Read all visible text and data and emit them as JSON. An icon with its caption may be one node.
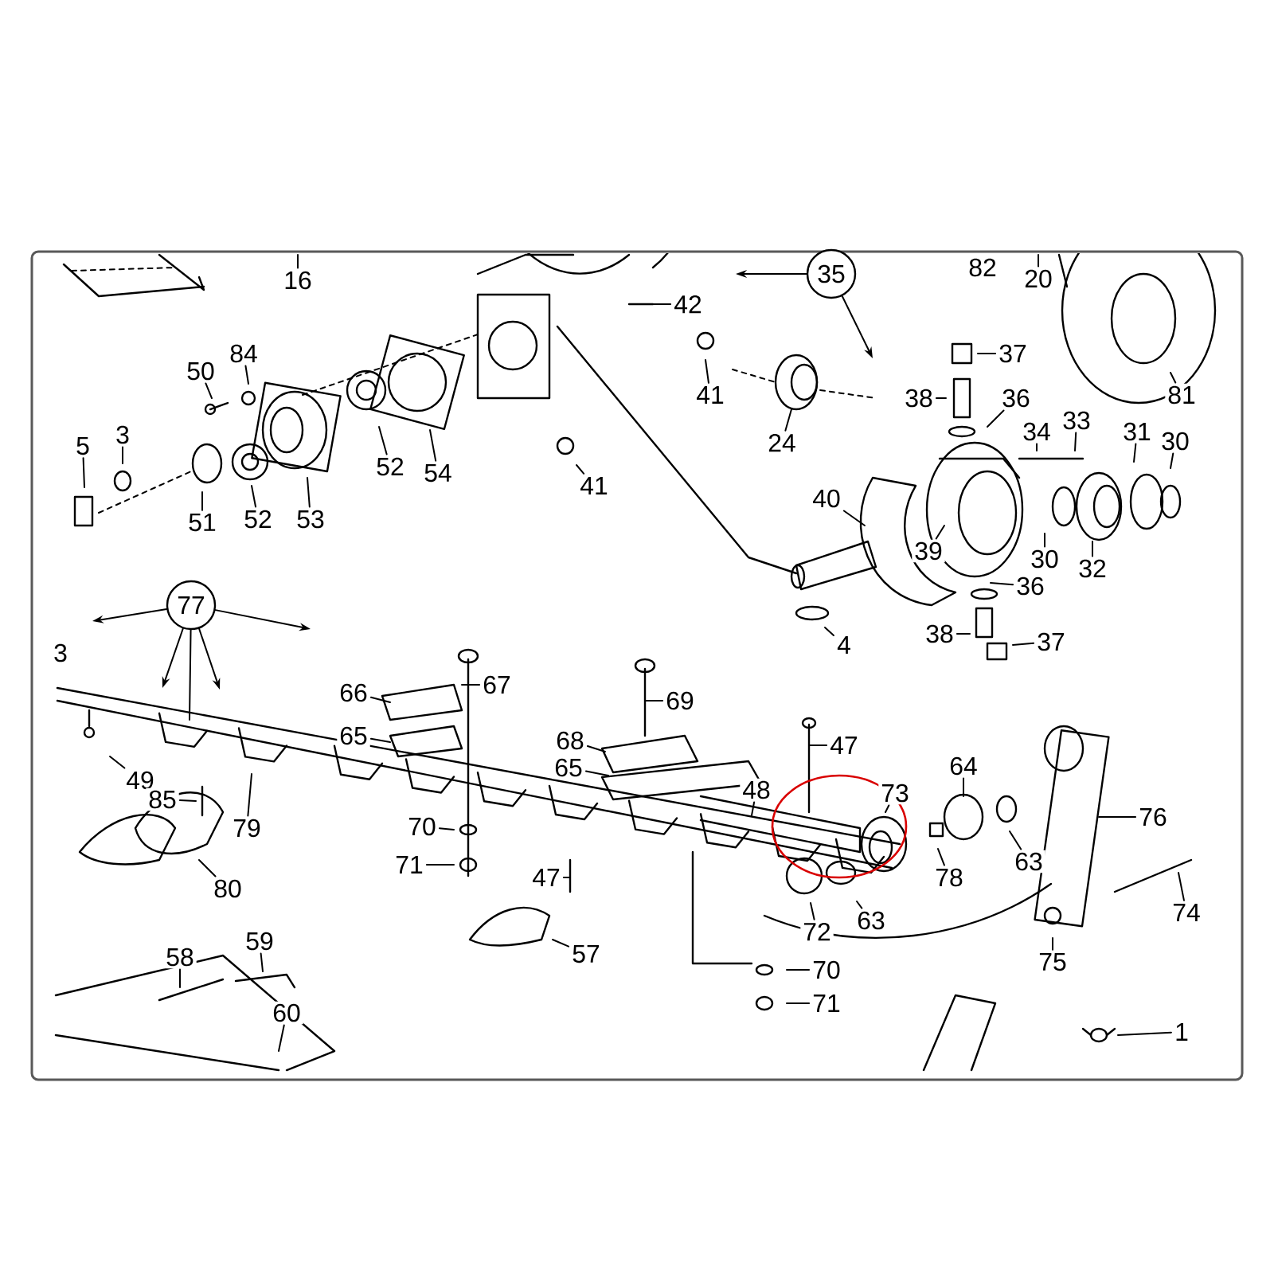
{
  "diagram": {
    "nodes": [
      {
        "text": [
          "16"
        ]
      },
      {
        "text": [
          "20"
        ]
      },
      {
        "text": [
          "35"
        ]
      },
      {
        "text": [
          "42"
        ]
      },
      {
        "text": [
          "84"
        ]
      },
      {
        "text": [
          "37"
        ]
      },
      {
        "text": [
          "50"
        ]
      },
      {
        "text": [
          "41"
        ]
      },
      {
        "text": [
          "81"
        ]
      },
      {
        "text": [
          "38"
        ]
      },
      {
        "text": [
          "36"
        ]
      },
      {
        "text": [
          "34"
        ]
      },
      {
        "text": [
          "33"
        ]
      },
      {
        "text": [
          "31"
        ]
      },
      {
        "text": [
          "3"
        ]
      },
      {
        "text": [
          "5"
        ]
      },
      {
        "text": [
          "24"
        ]
      },
      {
        "text": [
          "30"
        ]
      },
      {
        "text": [
          "52"
        ]
      },
      {
        "text": [
          "54"
        ]
      },
      {
        "text": [
          "41"
        ]
      },
      {
        "text": [
          "40"
        ]
      },
      {
        "text": [
          "53"
        ]
      },
      {
        "text": [
          "51"
        ]
      },
      {
        "text": [
          "52"
        ]
      },
      {
        "text": [
          "39"
        ]
      },
      {
        "text": [
          "30"
        ]
      },
      {
        "text": [
          "32"
        ]
      },
      {
        "text": [
          "36"
        ]
      },
      {
        "text": [
          "77"
        ]
      },
      {
        "text": [
          "38"
        ]
      },
      {
        "text": [
          "4"
        ]
      },
      {
        "text": [
          "37"
        ]
      },
      {
        "text": [
          "67"
        ]
      },
      {
        "text": [
          "66"
        ]
      },
      {
        "text": [
          "69"
        ]
      },
      {
        "text": [
          "65"
        ]
      },
      {
        "text": [
          "68"
        ]
      },
      {
        "text": [
          "47"
        ]
      },
      {
        "text": [
          "65"
        ]
      },
      {
        "text": [
          "49"
        ]
      },
      {
        "text": [
          "85"
        ]
      },
      {
        "text": [
          "64"
        ]
      },
      {
        "text": [
          "48"
        ]
      },
      {
        "text": [
          "73"
        ]
      },
      {
        "text": [
          "76"
        ]
      },
      {
        "text": [
          "79"
        ]
      },
      {
        "text": [
          "70"
        ]
      },
      {
        "text": [
          "71"
        ]
      },
      {
        "text": [
          "63"
        ]
      },
      {
        "text": [
          "78"
        ]
      },
      {
        "text": [
          "47"
        ]
      },
      {
        "text": [
          "80"
        ]
      },
      {
        "text": [
          "63"
        ]
      },
      {
        "text": [
          "72"
        ]
      },
      {
        "text": [
          "74"
        ]
      },
      {
        "text": [
          "59"
        ]
      },
      {
        "text": [
          "57"
        ]
      },
      {
        "text": [
          "58"
        ]
      },
      {
        "text": [
          "75"
        ]
      },
      {
        "text": [
          "70"
        ]
      },
      {
        "text": [
          "71"
        ]
      },
      {
        "text": [
          "60"
        ]
      },
      {
        "text": [
          "1"
        ]
      }
    ],
    "edges": [
      {
        "from": 0,
        "to": null,
        "arrow": "none"
      },
      {
        "from": 1,
        "to": null,
        "arrow": "none"
      },
      {
        "from": 2,
        "to": null,
        "arrow": "to"
      },
      {
        "from": 2,
        "to": null,
        "arrow": "to"
      },
      {
        "from": 3,
        "to": null,
        "arrow": "none"
      },
      {
        "from": 4,
        "to": null,
        "arrow": "none"
      },
      {
        "from": 5,
        "to": null,
        "arrow": "none"
      },
      {
        "from": 6,
        "to": null,
        "arrow": "none"
      },
      {
        "from": 7,
        "to": null,
        "arrow": "none"
      },
      {
        "from": 8,
        "to": null,
        "arrow": "none"
      },
      {
        "from": 9,
        "to": null,
        "arrow": "none"
      },
      {
        "from": 10,
        "to": null,
        "arrow": "none"
      },
      {
        "from": 11,
        "to": null,
        "arrow": "none"
      },
      {
        "from": 12,
        "to": null,
        "arrow": "none"
      },
      {
        "from": 13,
        "to": null,
        "arrow": "none"
      },
      {
        "from": 14,
        "to": null,
        "arrow": "none"
      },
      {
        "from": 15,
        "to": null,
        "arrow": "none"
      },
      {
        "from": 16,
        "to": null,
        "arrow": "none"
      },
      {
        "from": 17,
        "to": null,
        "arrow": "none"
      },
      {
        "from": 18,
        "to": null,
        "arrow": "none"
      },
      {
        "from": 19,
        "to": null,
        "arrow": "none"
      },
      {
        "from": 20,
        "to": null,
        "arrow": "none"
      },
      {
        "from": 21,
        "to": null,
        "arrow": "none"
      },
      {
        "from": 22,
        "to": null,
        "arrow": "none"
      },
      {
        "from": 23,
        "to": null,
        "arrow": "none"
      },
      {
        "from": 24,
        "to": null,
        "arrow": "none"
      },
      {
        "from": 25,
        "to": null,
        "arrow": "none"
      },
      {
        "from": 26,
        "to": null,
        "arrow": "none"
      },
      {
        "from": 27,
        "to": null,
        "arrow": "none"
      },
      {
        "from": 28,
        "to": null,
        "arrow": "none"
      },
      {
        "from": 29,
        "to": null,
        "arrow": "to"
      },
      {
        "from": 29,
        "to": null,
        "arrow": "to"
      },
      {
        "from": 29,
        "to": null,
        "arrow": "to"
      },
      {
        "from": 29,
        "to": null,
        "arrow": "none"
      },
      {
        "from": 29,
        "to": null,
        "arrow": "to"
      },
      {
        "from": 30,
        "to": null,
        "arrow": "none"
      },
      {
        "from": 31,
        "to": null,
        "arrow": "none"
      },
      {
        "from": 32,
        "to": null,
        "arrow": "none"
      },
      {
        "from": 33,
        "to": null,
        "arrow": "none"
      },
      {
        "from": 34,
        "to": null,
        "arrow": "none"
      },
      {
        "from": 35,
        "to": null,
        "arrow": "none"
      },
      {
        "from": 36,
        "to": null,
        "arrow": "none"
      },
      {
        "from": 37,
        "to": null,
        "arrow": "none"
      },
      {
        "from": 38,
        "to": null,
        "arrow": "none"
      },
      {
        "from": 39,
        "to": null,
        "arrow": "none"
      },
      {
        "from": 40,
        "to": null,
        "arrow": "none"
      },
      {
        "from": 41,
        "to": null,
        "arrow": "none"
      },
      {
        "from": 42,
        "to": null,
        "arrow": "none"
      },
      {
        "from": 43,
        "to": null,
        "arrow": "none"
      },
      {
        "from": 44,
        "to": null,
        "arrow": "none"
      },
      {
        "from": 45,
        "to": null,
        "arrow": "none"
      },
      {
        "from": 46,
        "to": null,
        "arrow": "none"
      },
      {
        "from": 47,
        "to": null,
        "arrow": "none"
      },
      {
        "from": 48,
        "to": null,
        "arrow": "none"
      },
      {
        "from": 49,
        "to": null,
        "arrow": "none"
      },
      {
        "from": 50,
        "to": null,
        "arrow": "none"
      },
      {
        "from": 51,
        "to": null,
        "arrow": "none"
      },
      {
        "from": 52,
        "to": null,
        "arrow": "none"
      },
      {
        "from": 53,
        "to": null,
        "arrow": "none"
      },
      {
        "from": 54,
        "to": null,
        "arrow": "none"
      },
      {
        "from": 55,
        "to": null,
        "arrow": "none"
      },
      {
        "from": 56,
        "to": null,
        "arrow": "none"
      },
      {
        "from": 57,
        "to": null,
        "arrow": "none"
      },
      {
        "from": 58,
        "to": null,
        "arrow": "none"
      },
      {
        "from": 59,
        "to": null,
        "arrow": "none"
      },
      {
        "from": 60,
        "to": null,
        "arrow": "none"
      },
      {
        "from": 61,
        "to": null,
        "arrow": "none"
      },
      {
        "from": 62,
        "to": null,
        "arrow": "none"
      },
      {
        "from": 63,
        "to": null,
        "arrow": "none"
      }
    ],
    "labels": [
      "82",
      "3"
    ]
  }
}
